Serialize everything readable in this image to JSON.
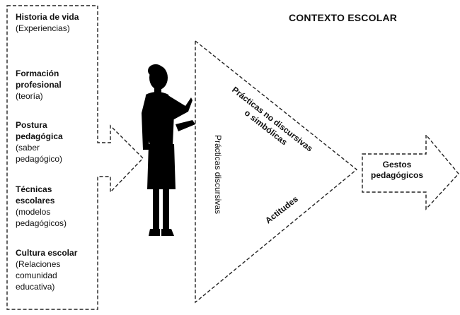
{
  "title": "CONTEXTO ESCOLAR",
  "left_items": [
    {
      "heading": "Historia de vida",
      "detail": "(Experiencias)"
    },
    {
      "heading": "Formación profesional",
      "detail": "(teoría)"
    },
    {
      "heading": "Postura pedagógica",
      "detail": "(saber pedagógico)"
    },
    {
      "heading": "Técnicas escolares",
      "detail": "(modelos pedagógicos)"
    },
    {
      "heading": "Cultura escolar",
      "detail": "(Relaciones comunidad educativa)"
    }
  ],
  "triangle_labels": {
    "non_discursive": "Prácticas no discursivas o simbólicas",
    "discursive": "Prácticas discursivas",
    "attitudes": "Actitudes"
  },
  "output": "Gestos pedagógicos"
}
